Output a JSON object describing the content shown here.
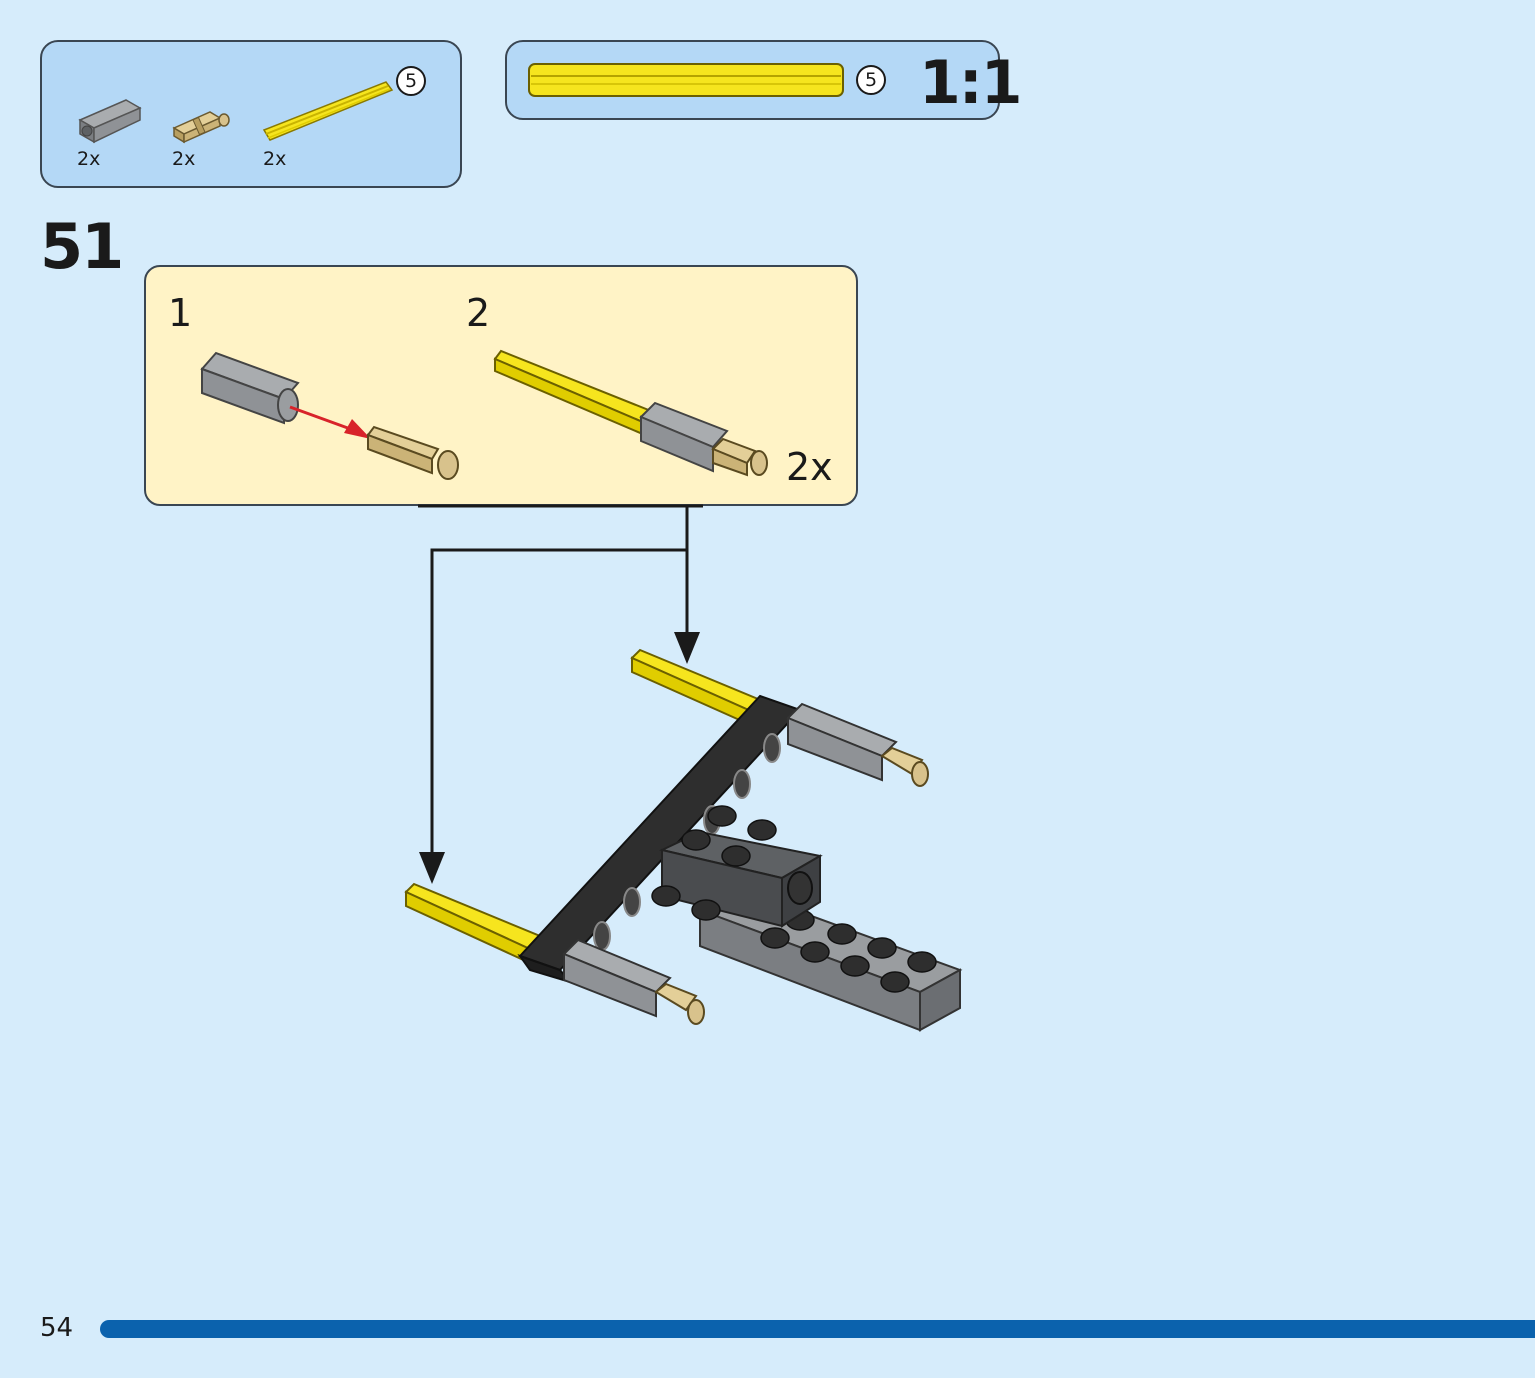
{
  "parts_list": {
    "items": [
      {
        "name_icon": "axle-connector-icon",
        "qty": "2x"
      },
      {
        "name_icon": "axle-pin-icon",
        "qty": "2x"
      },
      {
        "name_icon": "yellow-axle-icon",
        "qty": "2x",
        "length": "5"
      }
    ]
  },
  "scale_ref": {
    "length": "5",
    "label": "1:1",
    "part_icon": "yellow-axle-icon",
    "color": "#f6e51e"
  },
  "step": {
    "number": "51"
  },
  "subassembly": {
    "steps": [
      {
        "number": "1"
      },
      {
        "number": "2"
      }
    ],
    "multiplier": "2x",
    "background": "#fff3c6"
  },
  "footer": {
    "page_number": "54",
    "bar_color": "#0b62ad"
  },
  "colors": {
    "background": "#d6ecfb",
    "panel": "#b4d8f6",
    "yellow": "#f6e51e",
    "gray": "#8f9296",
    "tan": "#d8c28c",
    "black": "#2e2e2e",
    "arrow_red": "#d8232a"
  }
}
